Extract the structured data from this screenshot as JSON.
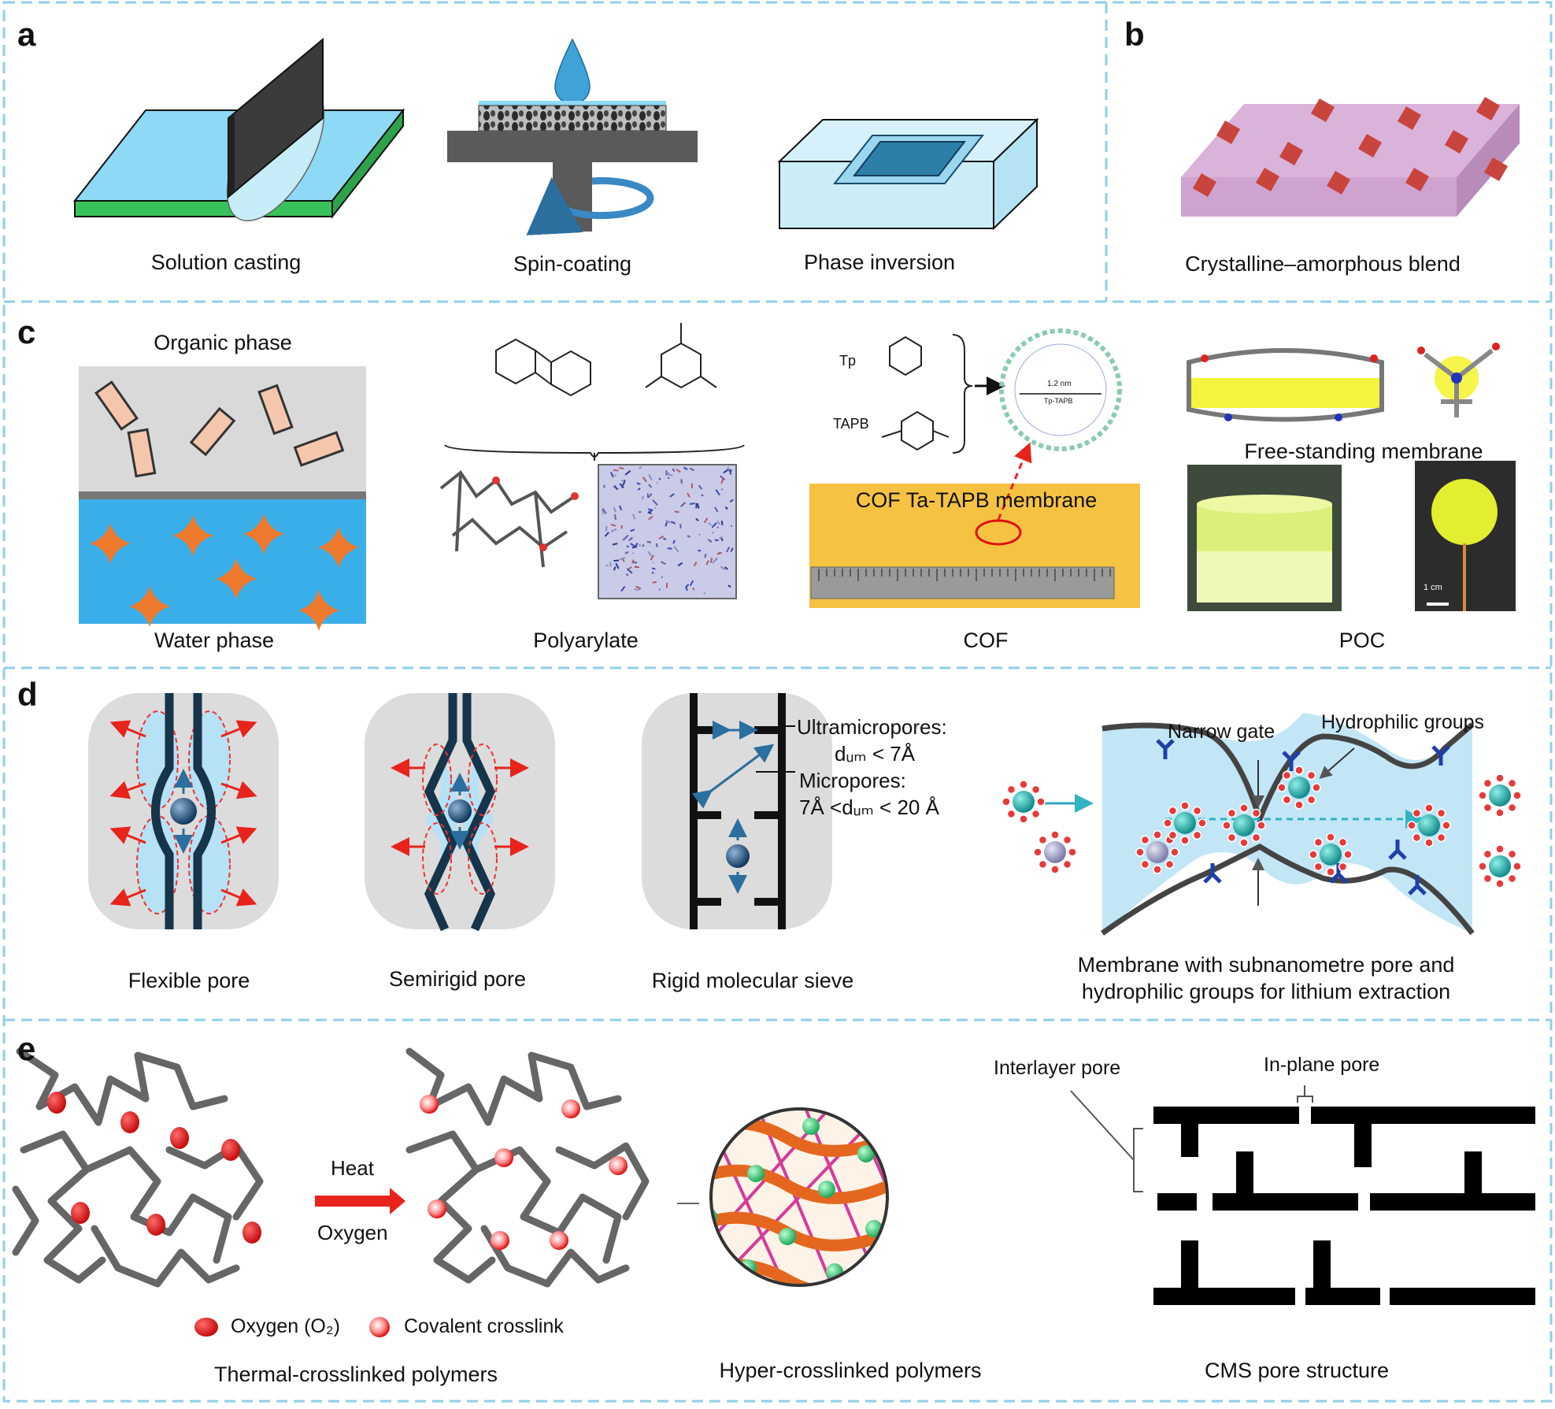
{
  "panels": {
    "a": {
      "letter": "a",
      "items": [
        "Solution casting",
        "Spin-coating",
        "Phase inversion"
      ]
    },
    "b": {
      "letter": "b",
      "items": [
        "Crystalline–amorphous blend"
      ]
    },
    "c": {
      "letter": "c",
      "organic_phase": "Organic phase",
      "water_phase": "Water phase",
      "polyarylate": "Polyarylate",
      "cof": "COF",
      "cof_membrane": "COF Ta-TAPB membrane",
      "tp": "Tp",
      "tapb": "TAPB",
      "pore_size": "1.2 nm",
      "pore_name": "Tp-TAPB",
      "poc": "POC",
      "free_standing": "Free-standing membrane",
      "scale_bar": "1 cm"
    },
    "d": {
      "letter": "d",
      "flexible": "Flexible pore",
      "semirigid": "Semirigid pore",
      "rigid": "Rigid molecular sieve",
      "ultramicro": "Ultramicropores:",
      "ultramicro_range": "dᵤₘ < 7Å",
      "micro": "Micropores:",
      "micro_range": "7Å <dᵤₘ < 20 Å",
      "narrow_gate": "Narrow gate",
      "hydrophilic": "Hydrophilic groups",
      "lithium_line1": "Membrane with subnanometre pore and",
      "lithium_line2": "hydrophilic groups  for lithium extraction"
    },
    "e": {
      "letter": "e",
      "heat": "Heat",
      "oxygen": "Oxygen",
      "legend_oxygen": "Oxygen (O₂)",
      "legend_crosslink": "Covalent crosslink",
      "thermal": "Thermal-crosslinked polymers",
      "hyper": "Hyper-crosslinked polymers",
      "cms": "CMS pore structure",
      "interlayer": "Interlayer pore",
      "inplane": "In-plane pore"
    }
  },
  "colors": {
    "dash_border": "#8fcfe6",
    "water_blue": "#4db3e6",
    "light_blue": "#bfe6f7",
    "green": "#4fd178",
    "dark_gray": "#5a5a5a",
    "purple": "#d6b0d6",
    "cube_red": "#c8453d",
    "cof_yellow": "#f5c242",
    "poc_yellow": "#e2ee30",
    "orange": "#ec7a2c",
    "red_arrow": "#e8231b",
    "pore_navy": "#16354a"
  }
}
